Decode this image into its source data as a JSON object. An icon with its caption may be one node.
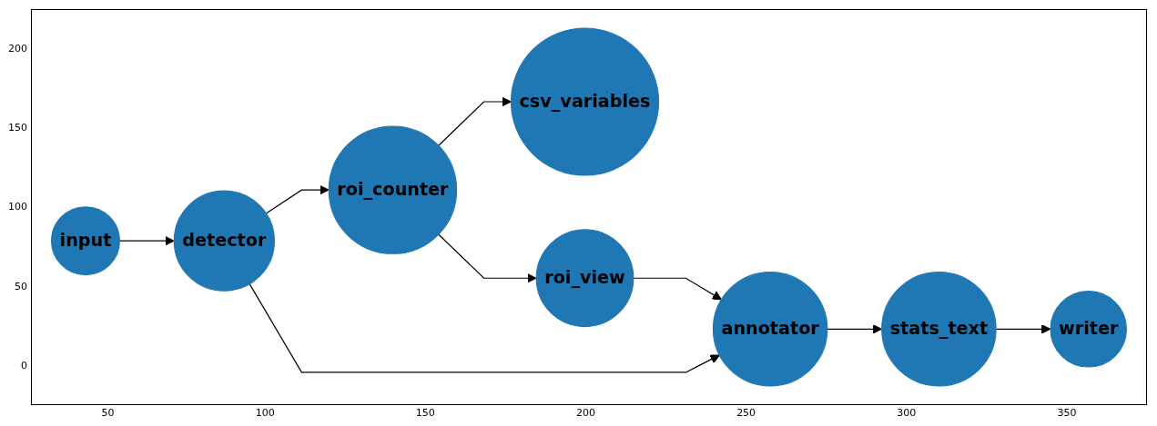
{
  "diagram": {
    "nodes": [
      {
        "text": [
          "csv_variables"
        ]
      },
      {
        "text": [
          "roi_view"
        ]
      },
      {
        "text": [
          "roi_counter"
        ]
      },
      {
        "text": [
          "annotator"
        ]
      },
      {
        "text": [
          "detector"
        ]
      },
      {
        "text": [
          "stats_text"
        ]
      },
      {
        "text": [
          "writer"
        ]
      },
      {
        "text": [
          "input"
        ]
      }
    ],
    "edges": [
      {
        "from": 7,
        "to": 4,
        "arrow": "to"
      },
      {
        "from": 4,
        "to": 2,
        "arrow": "to"
      },
      {
        "from": 4,
        "to": 3,
        "arrow": "to"
      },
      {
        "from": 2,
        "to": 0,
        "arrow": "to"
      },
      {
        "from": 2,
        "to": 1,
        "arrow": "to"
      },
      {
        "from": 1,
        "to": 3,
        "arrow": "to"
      },
      {
        "from": 3,
        "to": 5,
        "arrow": "to"
      },
      {
        "from": 5,
        "to": 6,
        "arrow": "to"
      }
    ],
    "labels": [
      "200",
      "150",
      "100",
      "50",
      "0",
      "50",
      "100",
      "150",
      "200",
      "250",
      "300",
      "350"
    ]
  }
}
